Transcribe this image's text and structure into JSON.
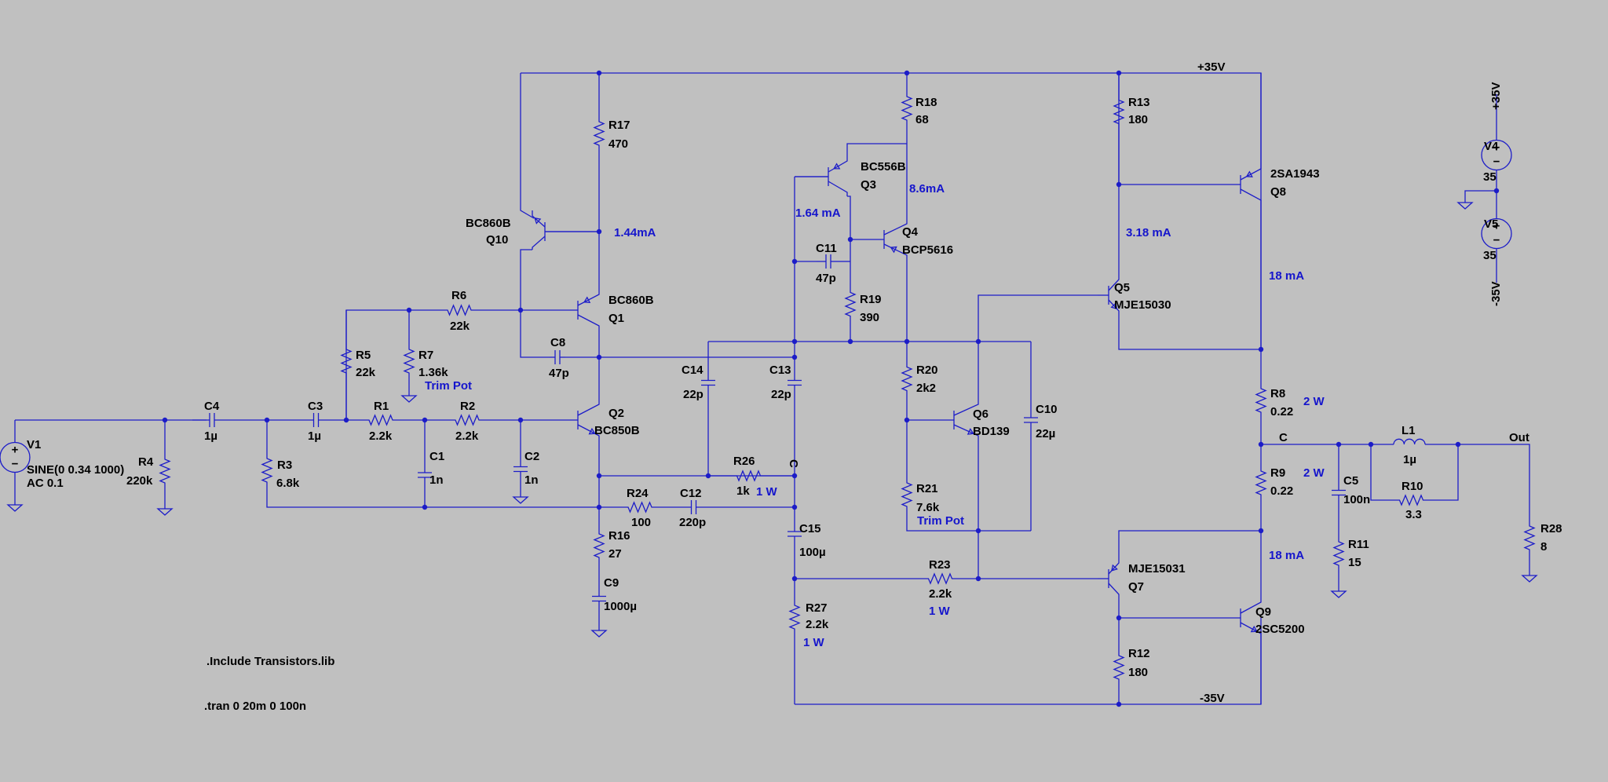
{
  "supplies": {
    "pos": "+35V",
    "neg": "-35V"
  },
  "directives": {
    "include": ".Include Transistors.lib",
    "tran": ".tran 0 20m 0 100n"
  },
  "sources": {
    "V1": {
      "ref": "V1",
      "value": "SINE(0 0.34 1000)",
      "ac": "AC 0.1"
    },
    "V4": {
      "ref": "V4",
      "value": "35",
      "node": "+35V"
    },
    "V5": {
      "ref": "V5",
      "value": "35",
      "node": "-35V"
    }
  },
  "resistors": {
    "R1": {
      "ref": "R1",
      "value": "2.2k"
    },
    "R2": {
      "ref": "R2",
      "value": "2.2k"
    },
    "R3": {
      "ref": "R3",
      "value": "6.8k"
    },
    "R4": {
      "ref": "R4",
      "value": "220k"
    },
    "R5": {
      "ref": "R5",
      "value": "22k"
    },
    "R6": {
      "ref": "R6",
      "value": "22k"
    },
    "R7": {
      "ref": "R7",
      "value": "1.36k"
    },
    "R8": {
      "ref": "R8",
      "value": "0.22"
    },
    "R9": {
      "ref": "R9",
      "value": "0.22"
    },
    "R10": {
      "ref": "R10",
      "value": "3.3"
    },
    "R11": {
      "ref": "R11",
      "value": "15"
    },
    "R12": {
      "ref": "R12",
      "value": "180"
    },
    "R13": {
      "ref": "R13",
      "value": "180"
    },
    "R16": {
      "ref": "R16",
      "value": "27"
    },
    "R17": {
      "ref": "R17",
      "value": "470"
    },
    "R18": {
      "ref": "R18",
      "value": "68"
    },
    "R19": {
      "ref": "R19",
      "value": "390"
    },
    "R20": {
      "ref": "R20",
      "value": "2k2"
    },
    "R21": {
      "ref": "R21",
      "value": "7.6k"
    },
    "R23": {
      "ref": "R23",
      "value": "2.2k"
    },
    "R24": {
      "ref": "R24",
      "value": "100"
    },
    "R26": {
      "ref": "R26",
      "value": "1k"
    },
    "R27": {
      "ref": "R27",
      "value": "2.2k"
    },
    "R28": {
      "ref": "R28",
      "value": "8"
    }
  },
  "capacitors": {
    "C1": {
      "ref": "C1",
      "value": "1n"
    },
    "C2": {
      "ref": "C2",
      "value": "1n"
    },
    "C3": {
      "ref": "C3",
      "value": "1µ"
    },
    "C4": {
      "ref": "C4",
      "value": "1µ"
    },
    "C5": {
      "ref": "C5",
      "value": "100n"
    },
    "C8": {
      "ref": "C8",
      "value": "47p"
    },
    "C9": {
      "ref": "C9",
      "value": "1000µ"
    },
    "C10": {
      "ref": "C10",
      "value": "22µ"
    },
    "C11": {
      "ref": "C11",
      "value": "47p"
    },
    "C12": {
      "ref": "C12",
      "value": "220p"
    },
    "C13": {
      "ref": "C13",
      "value": "22p"
    },
    "C14": {
      "ref": "C14",
      "value": "22p"
    },
    "C15": {
      "ref": "C15",
      "value": "100µ"
    }
  },
  "inductors": {
    "L1": {
      "ref": "L1",
      "value": "1µ"
    }
  },
  "transistors": {
    "Q1": {
      "ref": "Q1",
      "model": "BC860B"
    },
    "Q2": {
      "ref": "Q2",
      "model": "BC850B"
    },
    "Q3": {
      "ref": "Q3",
      "model": "BC556B"
    },
    "Q4": {
      "ref": "Q4",
      "model": "BCP5616"
    },
    "Q5": {
      "ref": "Q5",
      "model": "MJE15030"
    },
    "Q6": {
      "ref": "Q6",
      "model": "BD139"
    },
    "Q7": {
      "ref": "Q7",
      "model": "MJE15031"
    },
    "Q8": {
      "ref": "Q8",
      "model": "2SA1943"
    },
    "Q9": {
      "ref": "Q9",
      "model": "2SC5200"
    },
    "Q10": {
      "ref": "Q10",
      "model": "BC860B"
    }
  },
  "annotations": {
    "q10_current": "1.44mA",
    "q3_current": "1.64 mA",
    "q4_current": "8.6mA",
    "q5_current": "3.18 mA",
    "q8_current": "18 mA",
    "q9_current": "18 mA",
    "r7_note": "Trim Pot",
    "r21_note": "Trim Pot",
    "r8_power": "2 W",
    "r9_power": "2 W",
    "r26_power": "1 W",
    "r23_power": "1 W",
    "r27_power": "1 W"
  },
  "nets": {
    "output_node": "C",
    "c_node": "C",
    "out": "Out"
  }
}
